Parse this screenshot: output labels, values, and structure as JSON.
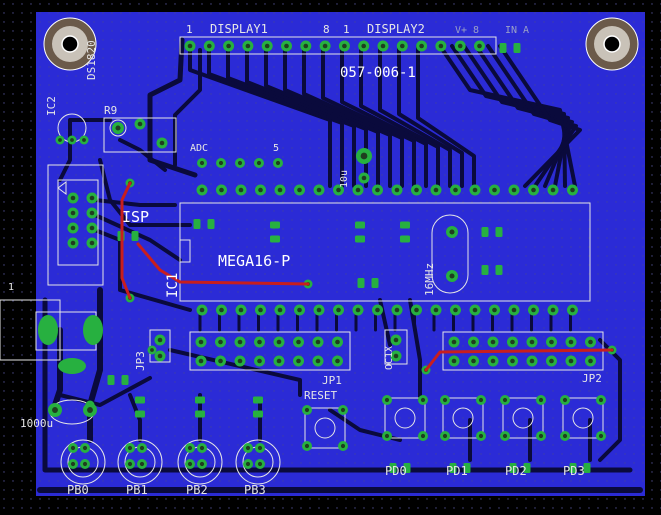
{
  "app": {
    "title": "PCB layout editor"
  },
  "colors": {
    "background": "#000000",
    "board": "#2b2bd6",
    "bottom_trace": "#0a0a3c",
    "top_trace": "#c81e1e",
    "pad": "#27b040",
    "drill": "#1f3d1f",
    "silkscreen": "#e6e6e6",
    "grid_dot": "#4a4a88"
  },
  "labels": {
    "display1": "DISPLAY1",
    "display2": "DISPLAY2",
    "pin1_a": "1",
    "pin8": "8",
    "pin1_b": "1",
    "pin_vcc": "V+  8",
    "fn_label": "IN  A",
    "board_id": "057-006-1",
    "ds1820": "DS1820",
    "ic2": "IC2",
    "r9": "R9",
    "adc": "ADC",
    "adc_pin5": "5",
    "isp": "ISP",
    "ic1": "IC1",
    "mega16p": "MEGA16-P",
    "xtal": "16MHz",
    "c_10u": "10u",
    "jp1": "JP1",
    "jp2": "JP2",
    "jp3": "JP3",
    "reset": "RESET",
    "c_1000u": "1000u",
    "pb0": "PB0",
    "pb1": "PB1",
    "pb2": "PB2",
    "pb3": "PB3",
    "pd0": "PD0",
    "pd1": "PD1",
    "pd2": "PD2",
    "pd3": "PD3",
    "power_pin": "1",
    "ocx": "OC1X"
  }
}
